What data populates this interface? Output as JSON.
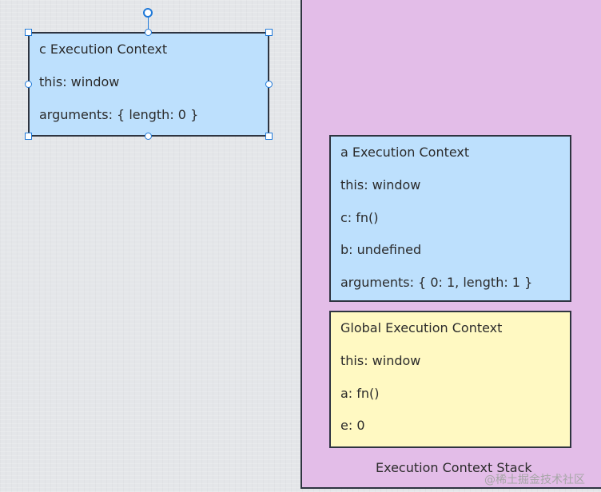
{
  "stack": {
    "title": "Execution Context Stack",
    "color": "#e3bde8",
    "contexts": {
      "a": {
        "title": "a Execution Context",
        "this": "this: window",
        "c": "c: fn()",
        "b": "b: undefined",
        "arguments": "arguments: { 0: 1, length: 1 }",
        "color": "#bde0fd"
      },
      "global": {
        "title": "Global Execution Context",
        "this": "this: window",
        "a": "a: fn()",
        "e": "e: 0",
        "color": "#fff9c2"
      }
    }
  },
  "selected_context": {
    "title": "c Execution Context",
    "this": "this: window",
    "arguments": "arguments: { length: 0 }",
    "color": "#bde0fd"
  },
  "watermark": "@稀土掘金技术社区",
  "colors": {
    "selection": "#1e78d8",
    "border": "#2e3440"
  }
}
